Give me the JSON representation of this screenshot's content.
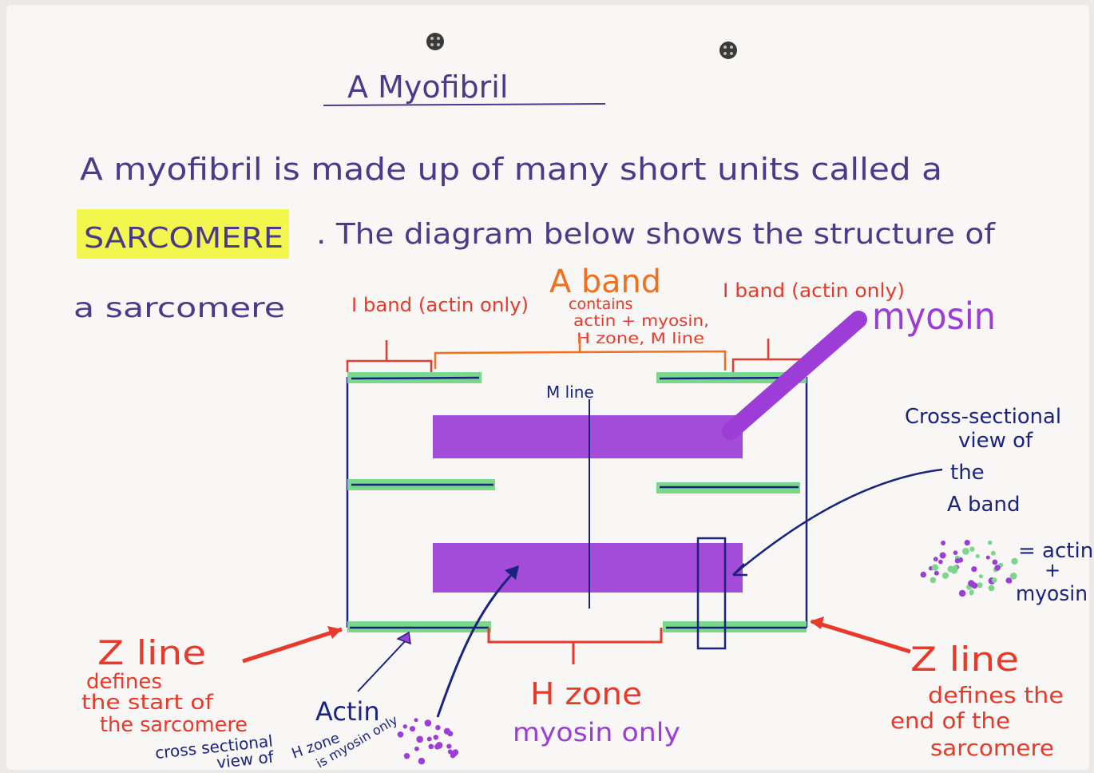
{
  "title": "A Myofibril",
  "intro": {
    "line1": "A myofibril is made up of many short units called a",
    "highlight": "SARCOMERE",
    "line2": ". The diagram below shows the structure of",
    "line3": "a sarcomere"
  },
  "labels": {
    "i_band_left": "I band (actin only)",
    "i_band_right": "I band (actin only)",
    "a_band": "A band",
    "a_band_note": [
      "contains",
      "actin + myosin,",
      "H zone, M line"
    ],
    "myosin": "myosin",
    "m_line": "M line",
    "cross_section": [
      "Cross-sectional",
      "view of",
      "the",
      "A band"
    ],
    "legend_eq": "= actin",
    "legend_plus": "+",
    "legend_myosin": "myosin",
    "z_line_left": "Z line",
    "z_left_note": [
      "defines",
      "the start of",
      "the sarcomere"
    ],
    "actin": "Actin",
    "h_zone": "H zone",
    "h_zone_note": "myosin only",
    "cross_h": [
      "cross sectional",
      "view of"
    ],
    "h_zone_small": "H zone",
    "h_zone_small_note": "is myosin only",
    "z_line_right": "Z line",
    "z_right_note": [
      "defines the",
      "end of the",
      "sarcomere"
    ]
  },
  "colors": {
    "paper": "#f8f7f5",
    "ink_purple": "#4a3a8a",
    "ink_red": "#e83a2a",
    "ink_orange": "#f07020",
    "navy": "#1a237e",
    "myosin": "#9b3dd6",
    "actin_green": "#7bd88a",
    "highlight": "#f2f53a"
  }
}
